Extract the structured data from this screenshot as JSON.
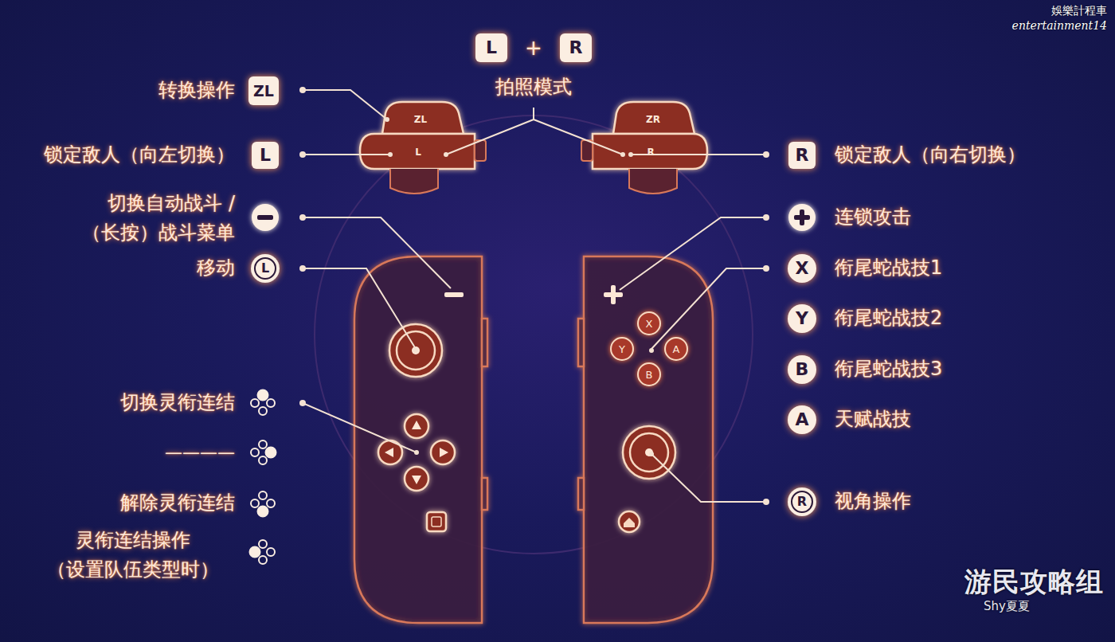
{
  "diagram": {
    "nodes": [
      {
        "text": [
          "L"
        ]
      },
      {
        "text": [
          "R"
        ]
      },
      {
        "text": [
          "ZL"
        ]
      },
      {
        "text": [
          "L"
        ]
      },
      {
        "text": [
          "R"
        ]
      },
      {
        "text": [
          "L"
        ]
      },
      {
        "text": [
          "X"
        ]
      },
      {
        "text": [
          "Y"
        ]
      },
      {
        "text": [
          "B"
        ]
      },
      {
        "text": [
          "A"
        ]
      },
      {
        "text": [
          "R"
        ]
      },
      {
        "text": [
          "X"
        ]
      },
      {
        "text": [
          "Y"
        ]
      },
      {
        "text": [
          "A"
        ]
      },
      {
        "text": [
          "B"
        ]
      }
    ],
    "labels": [
      "+",
      "拍照模式",
      "转换操作",
      "锁定敌人（向左切换）",
      "锁定敌人（向右切换）",
      "切换自动战斗 / （长按）战斗菜单",
      "移动",
      "连锁攻击",
      "衔尾蛇战技1",
      "衔尾蛇战技2",
      "衔尾蛇战技3",
      "天赋战技",
      "切换灵衔连结",
      "————",
      "解除灵衔连结",
      "灵衔连结操作 （设置队伍类型时）",
      "视角操作",
      "ZL",
      "L",
      "ZR",
      "R",
      "娛樂計程車",
      "entertainment14",
      "游民攻略组",
      "Shy夏夏"
    ]
  }
}
